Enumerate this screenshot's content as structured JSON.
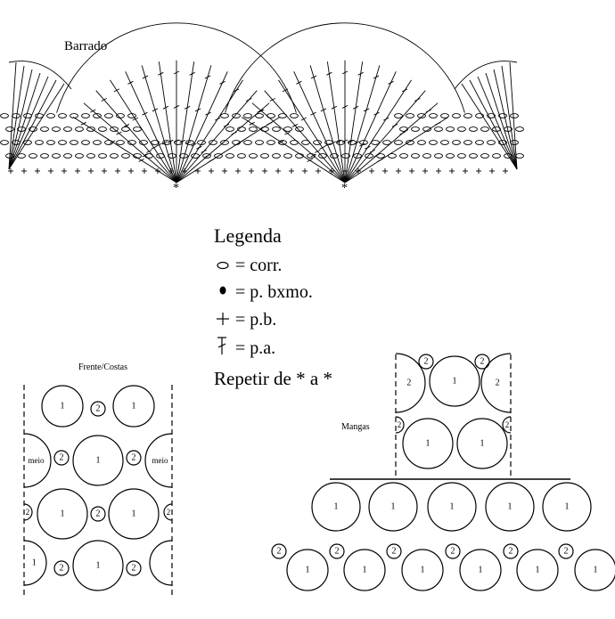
{
  "border": {
    "title": "Barrado",
    "repeat_mark": "*"
  },
  "legend": {
    "title": "Legenda",
    "items": [
      {
        "symbol": "chain-stitch-symbol",
        "text": "= corr."
      },
      {
        "symbol": "slip-stitch-symbol",
        "text": "= p. bxmo."
      },
      {
        "symbol": "single-crochet-symbol",
        "text": "= p.b."
      },
      {
        "symbol": "double-crochet-symbol",
        "text": "= p.a."
      }
    ],
    "repeat": "Repetir de * a *"
  },
  "front_back": {
    "title": "Frente/Costas",
    "large_label": "1",
    "small_label": "2",
    "half_label": "meio"
  },
  "sleeves": {
    "title": "Mangas",
    "large_label": "1",
    "small_label": "2"
  }
}
